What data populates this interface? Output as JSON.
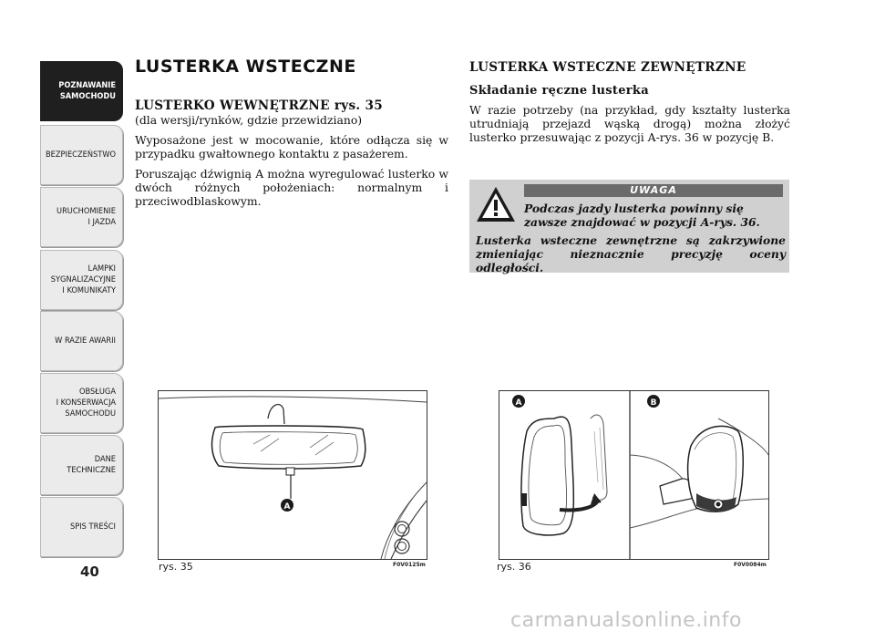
{
  "sidebar": {
    "tabs": [
      {
        "label": "POZNAWANIE\nSAMOCHODU",
        "active": true
      },
      {
        "label": "BEZPIECZEŃSTWO",
        "active": false
      },
      {
        "label": "URUCHOMIENIE\nI JAZDA",
        "active": false
      },
      {
        "label": "LAMPKI\nSYGNALIZACYJNE\nI KOMUNIKATY",
        "active": false
      },
      {
        "label": "W RAZIE AWARII",
        "active": false
      },
      {
        "label": "OBSŁUGA\nI KONSERWACJA\nSAMOCHODU",
        "active": false
      },
      {
        "label": "DANE\nTECHNICZNE",
        "active": false
      },
      {
        "label": "SPIS TREŚCI",
        "active": false
      }
    ],
    "page_number": "40"
  },
  "left": {
    "title": "LUSTERKA WSTECZNE",
    "section_title": "LUSTERKO WEWNĘTRZNE rys. 35",
    "section_note": "(dla wersji/rynków, gdzie przewidziano)",
    "p1": "Wyposażone jest w mocowanie, które odłącza się w przypadku gwałtownego kontaktu z pasażerem.",
    "p2": "Poruszając dźwignią A można wyregulować lusterko w dwóch różnych położeniach: normalnym i przeciwodblaskowym."
  },
  "right": {
    "section_title": "LUSTERKA WSTECZNE ZEWNĘTRZNE",
    "subtitle": "Składanie ręczne lusterka",
    "p1": "W razie potrzeby (na przykład, gdy kształty lusterka utrudniają przejazd wąską drogą) można złożyć lusterko przesuwając z pozycji A-rys. 36 w pozycję B."
  },
  "warning": {
    "label": "UWAGA",
    "text1": "Podczas jazdy lusterka powinny się zawsze znajdować w pozycji A-rys. 36.",
    "text2": "Lusterka wsteczne zewnętrzne są zakrzywione zmieniając nieznacznie precyzję oceny odległości."
  },
  "figures": {
    "fig35": {
      "caption": "rys. 35",
      "code": "F0V0125m",
      "marker": "A"
    },
    "fig36": {
      "caption": "rys. 36",
      "code": "F0V0084m",
      "marker_a": "A",
      "marker_b": "B"
    }
  },
  "watermark": "carmanualsonline.info"
}
